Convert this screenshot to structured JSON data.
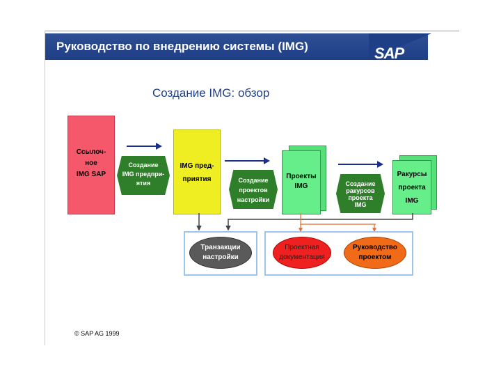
{
  "header": {
    "title": "Руководство по внедрению системы (IMG)",
    "logo": "SAP"
  },
  "subtitle": "Создание IMG: обзор",
  "nodes": {
    "ref_img": {
      "lines": [
        "Ссылоч-",
        "ное",
        "IMG SAP"
      ]
    },
    "create_company_img": {
      "lines": [
        "Создание",
        "IMG предпри-",
        "ятия"
      ]
    },
    "company_img": {
      "lines": [
        "IMG пред-",
        "приятия"
      ]
    },
    "create_projects": {
      "lines": [
        "Создание",
        "проектов",
        "настройки"
      ]
    },
    "projects_img": {
      "lines": [
        "Проекты",
        "IMG"
      ]
    },
    "create_views": {
      "lines": [
        "Создание",
        "ракурсов",
        "проекта",
        "IMG"
      ]
    },
    "project_views": {
      "lines": [
        "Ракурсы",
        "проекта",
        "IMG"
      ]
    },
    "transactions": {
      "lines": [
        "Транзакции",
        "настройки"
      ]
    },
    "documentation": {
      "lines": [
        "Проектная",
        "документация"
      ]
    },
    "management": {
      "lines": [
        "Руководство",
        "проектом"
      ]
    }
  },
  "colors": {
    "header": "#1e3f86",
    "ref": "#f5586a",
    "company": "#eeee22",
    "hex": "#2f7f2a",
    "project": "#66ee8a",
    "doc": "#ee2020",
    "mgmt": "#f06a18",
    "trans": "#5a5a5a",
    "arrow": "#1a2f8c",
    "connector_orange": "#e86a2a"
  },
  "footer": {
    "copyright": "© SAP AG 1999"
  }
}
